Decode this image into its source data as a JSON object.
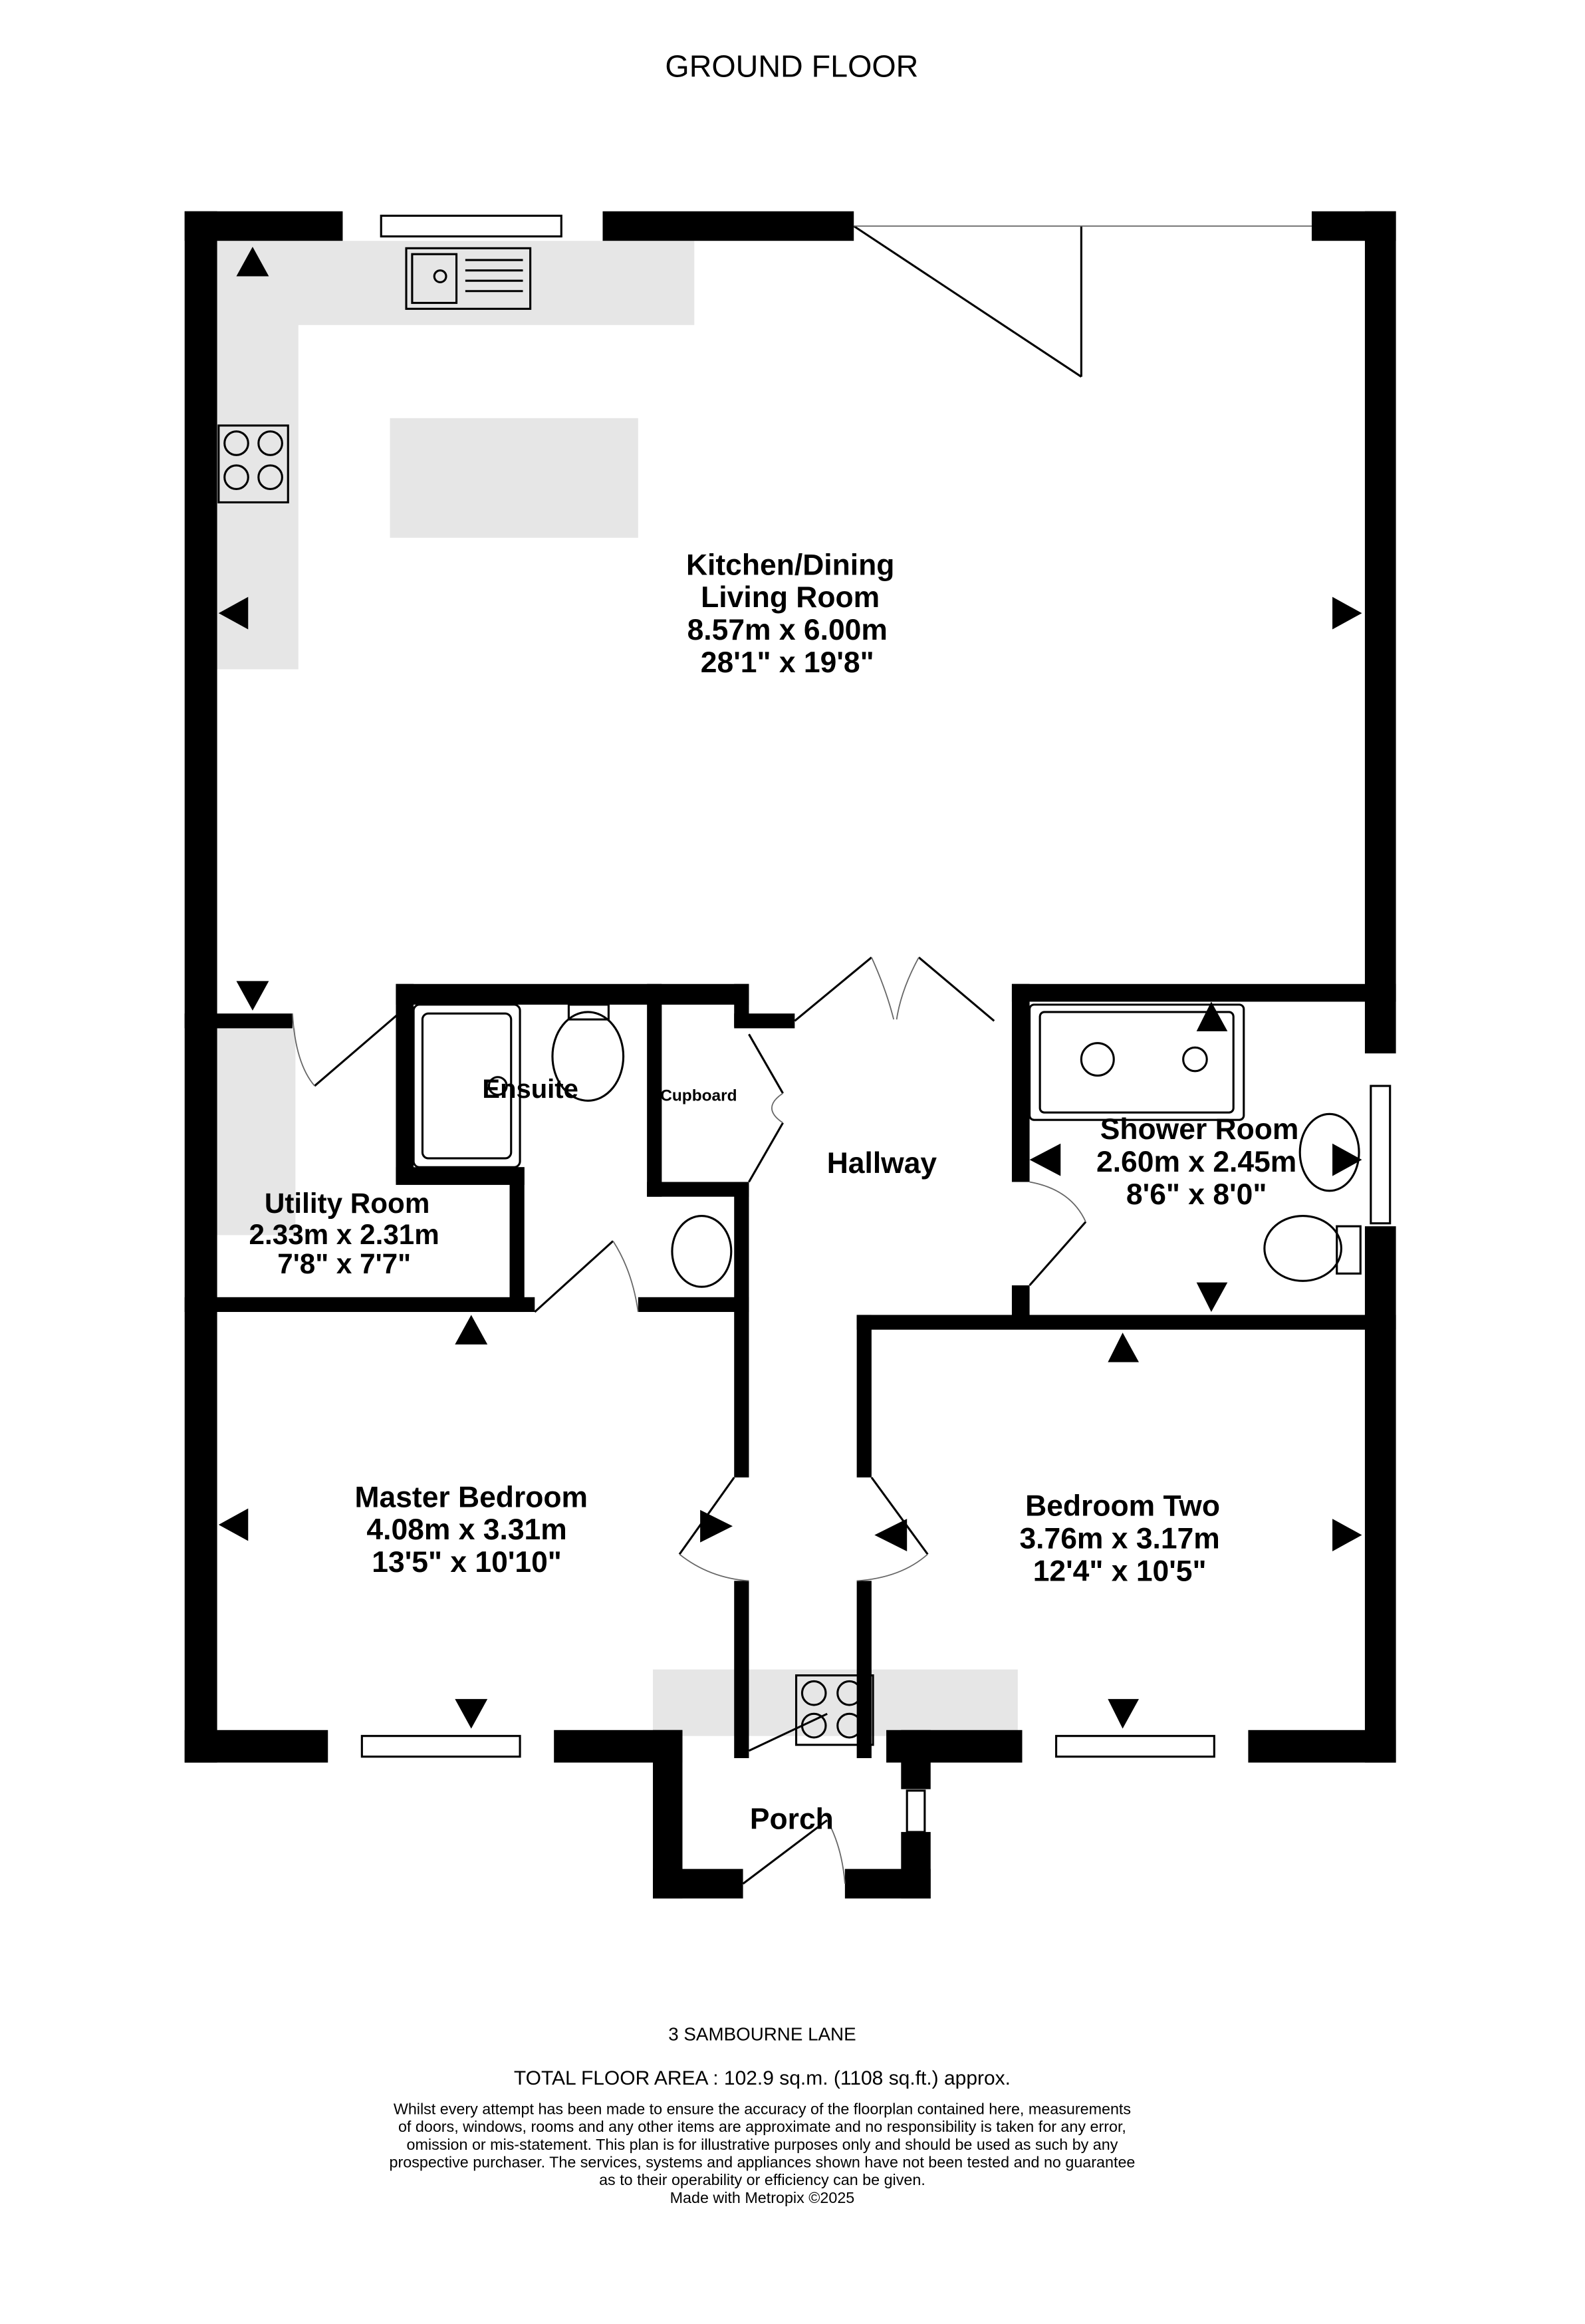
{
  "title": "GROUND FLOOR",
  "rooms": {
    "kitchen": {
      "name1": "Kitchen/Dining",
      "name2": "Living Room",
      "metric": "8.57m  x 6.00m",
      "imperial": "28'1\"  x 19'8\""
    },
    "ensuite": {
      "name": "Ensuite"
    },
    "cupboard": {
      "name": "Cupboard"
    },
    "hallway": {
      "name": "Hallway"
    },
    "shower": {
      "name": "Shower Room",
      "metric": "2.60m  x 2.45m",
      "imperial": "8'6\"  x 8'0\""
    },
    "utility": {
      "name": "Utility Room",
      "metric": "2.33m  x 2.31m",
      "imperial": "7'8\"  x 7'7\""
    },
    "master": {
      "name": "Master Bedroom",
      "metric": "4.08m  x 3.31m",
      "imperial": "13'5\"  x 10'10\""
    },
    "bed2": {
      "name": "Bedroom Two",
      "metric": "3.76m  x 3.17m",
      "imperial": "12'4\"  x 10'5\""
    },
    "porch": {
      "name": "Porch"
    }
  },
  "footer": {
    "address": "3 SAMBOURNE LANE",
    "area": "TOTAL FLOOR AREA : 102.9 sq.m. (1108 sq.ft.) approx.",
    "disclaimer": [
      "Whilst every attempt has been made to ensure the accuracy of the floorplan contained here, measurements",
      "of doors, windows, rooms and any other items are approximate and no responsibility is taken for any error,",
      "omission or mis-statement. This plan is for illustrative purposes only and should be used as such by any",
      "prospective purchaser. The services, systems and appliances shown have not been tested and no guarantee",
      "as to their operability or efficiency can be given."
    ],
    "credit": "Made with Metropix ©2025"
  }
}
